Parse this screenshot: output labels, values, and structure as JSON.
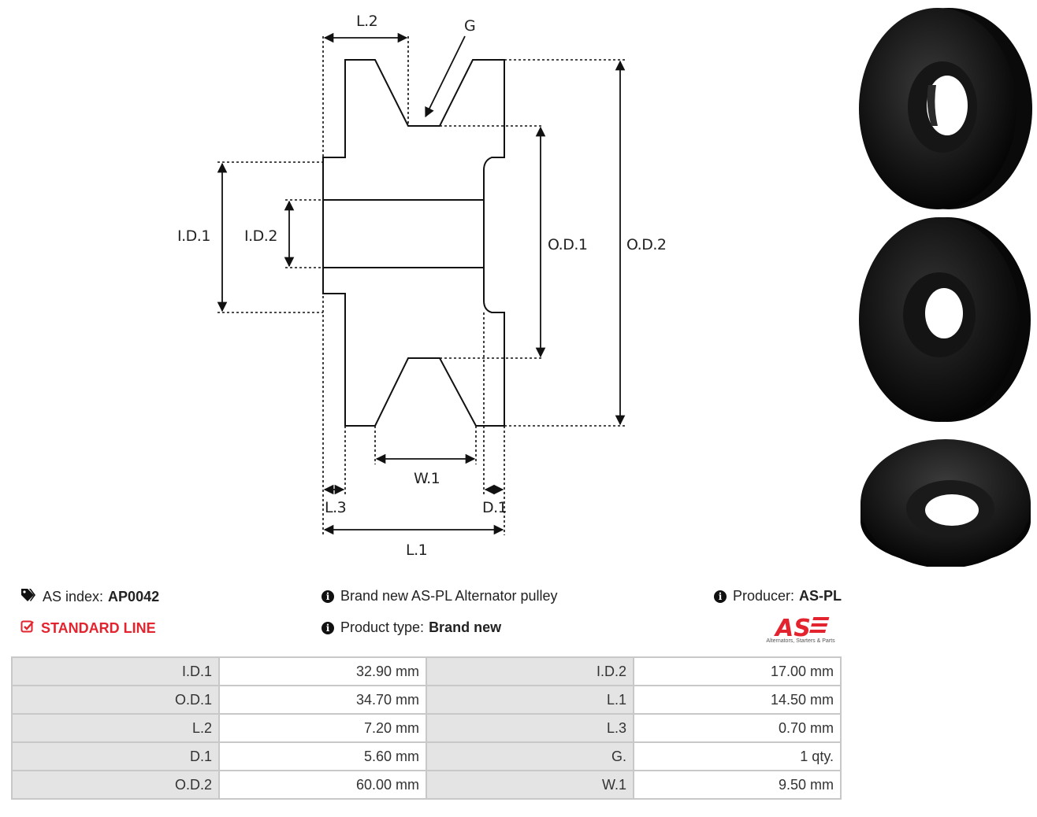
{
  "diagram": {
    "labels": {
      "l2": "L.2",
      "g": "G",
      "id1": "I.D.1",
      "id2": "I.D.2",
      "od1": "O.D.1",
      "od2": "O.D.2",
      "w1": "W.1",
      "l3": "L.3",
      "d1": "D.1",
      "l1": "L.1"
    }
  },
  "info": {
    "as_index_label": "AS index:",
    "as_index_value": "AP0042",
    "line": "STANDARD LINE",
    "description": "Brand new AS-PL Alternator pulley",
    "product_type_label": "Product type:",
    "product_type_value": "Brand new",
    "producer_label": "Producer:",
    "producer_value": "AS-PL",
    "icons": {
      "tag": "tags-icon",
      "check": "check-square-icon",
      "info": "info-circle-icon"
    },
    "accent_color": "#e3232d"
  },
  "logo": {
    "text": "AS",
    "tagline": "Alternators, Starters & Parts",
    "color": "#e3232d"
  },
  "specs": [
    {
      "l1": "I.D.1",
      "v1": "32.90 mm",
      "l2": "I.D.2",
      "v2": "17.00 mm"
    },
    {
      "l1": "O.D.1",
      "v1": "34.70 mm",
      "l2": "L.1",
      "v2": "14.50 mm"
    },
    {
      "l1": "L.2",
      "v1": "7.20 mm",
      "l2": "L.3",
      "v2": "0.70 mm"
    },
    {
      "l1": "D.1",
      "v1": "5.60 mm",
      "l2": "G.",
      "v2": "1 qty."
    },
    {
      "l1": "O.D.2",
      "v1": "60.00 mm",
      "l2": "W.1",
      "v2": "9.50 mm"
    }
  ]
}
